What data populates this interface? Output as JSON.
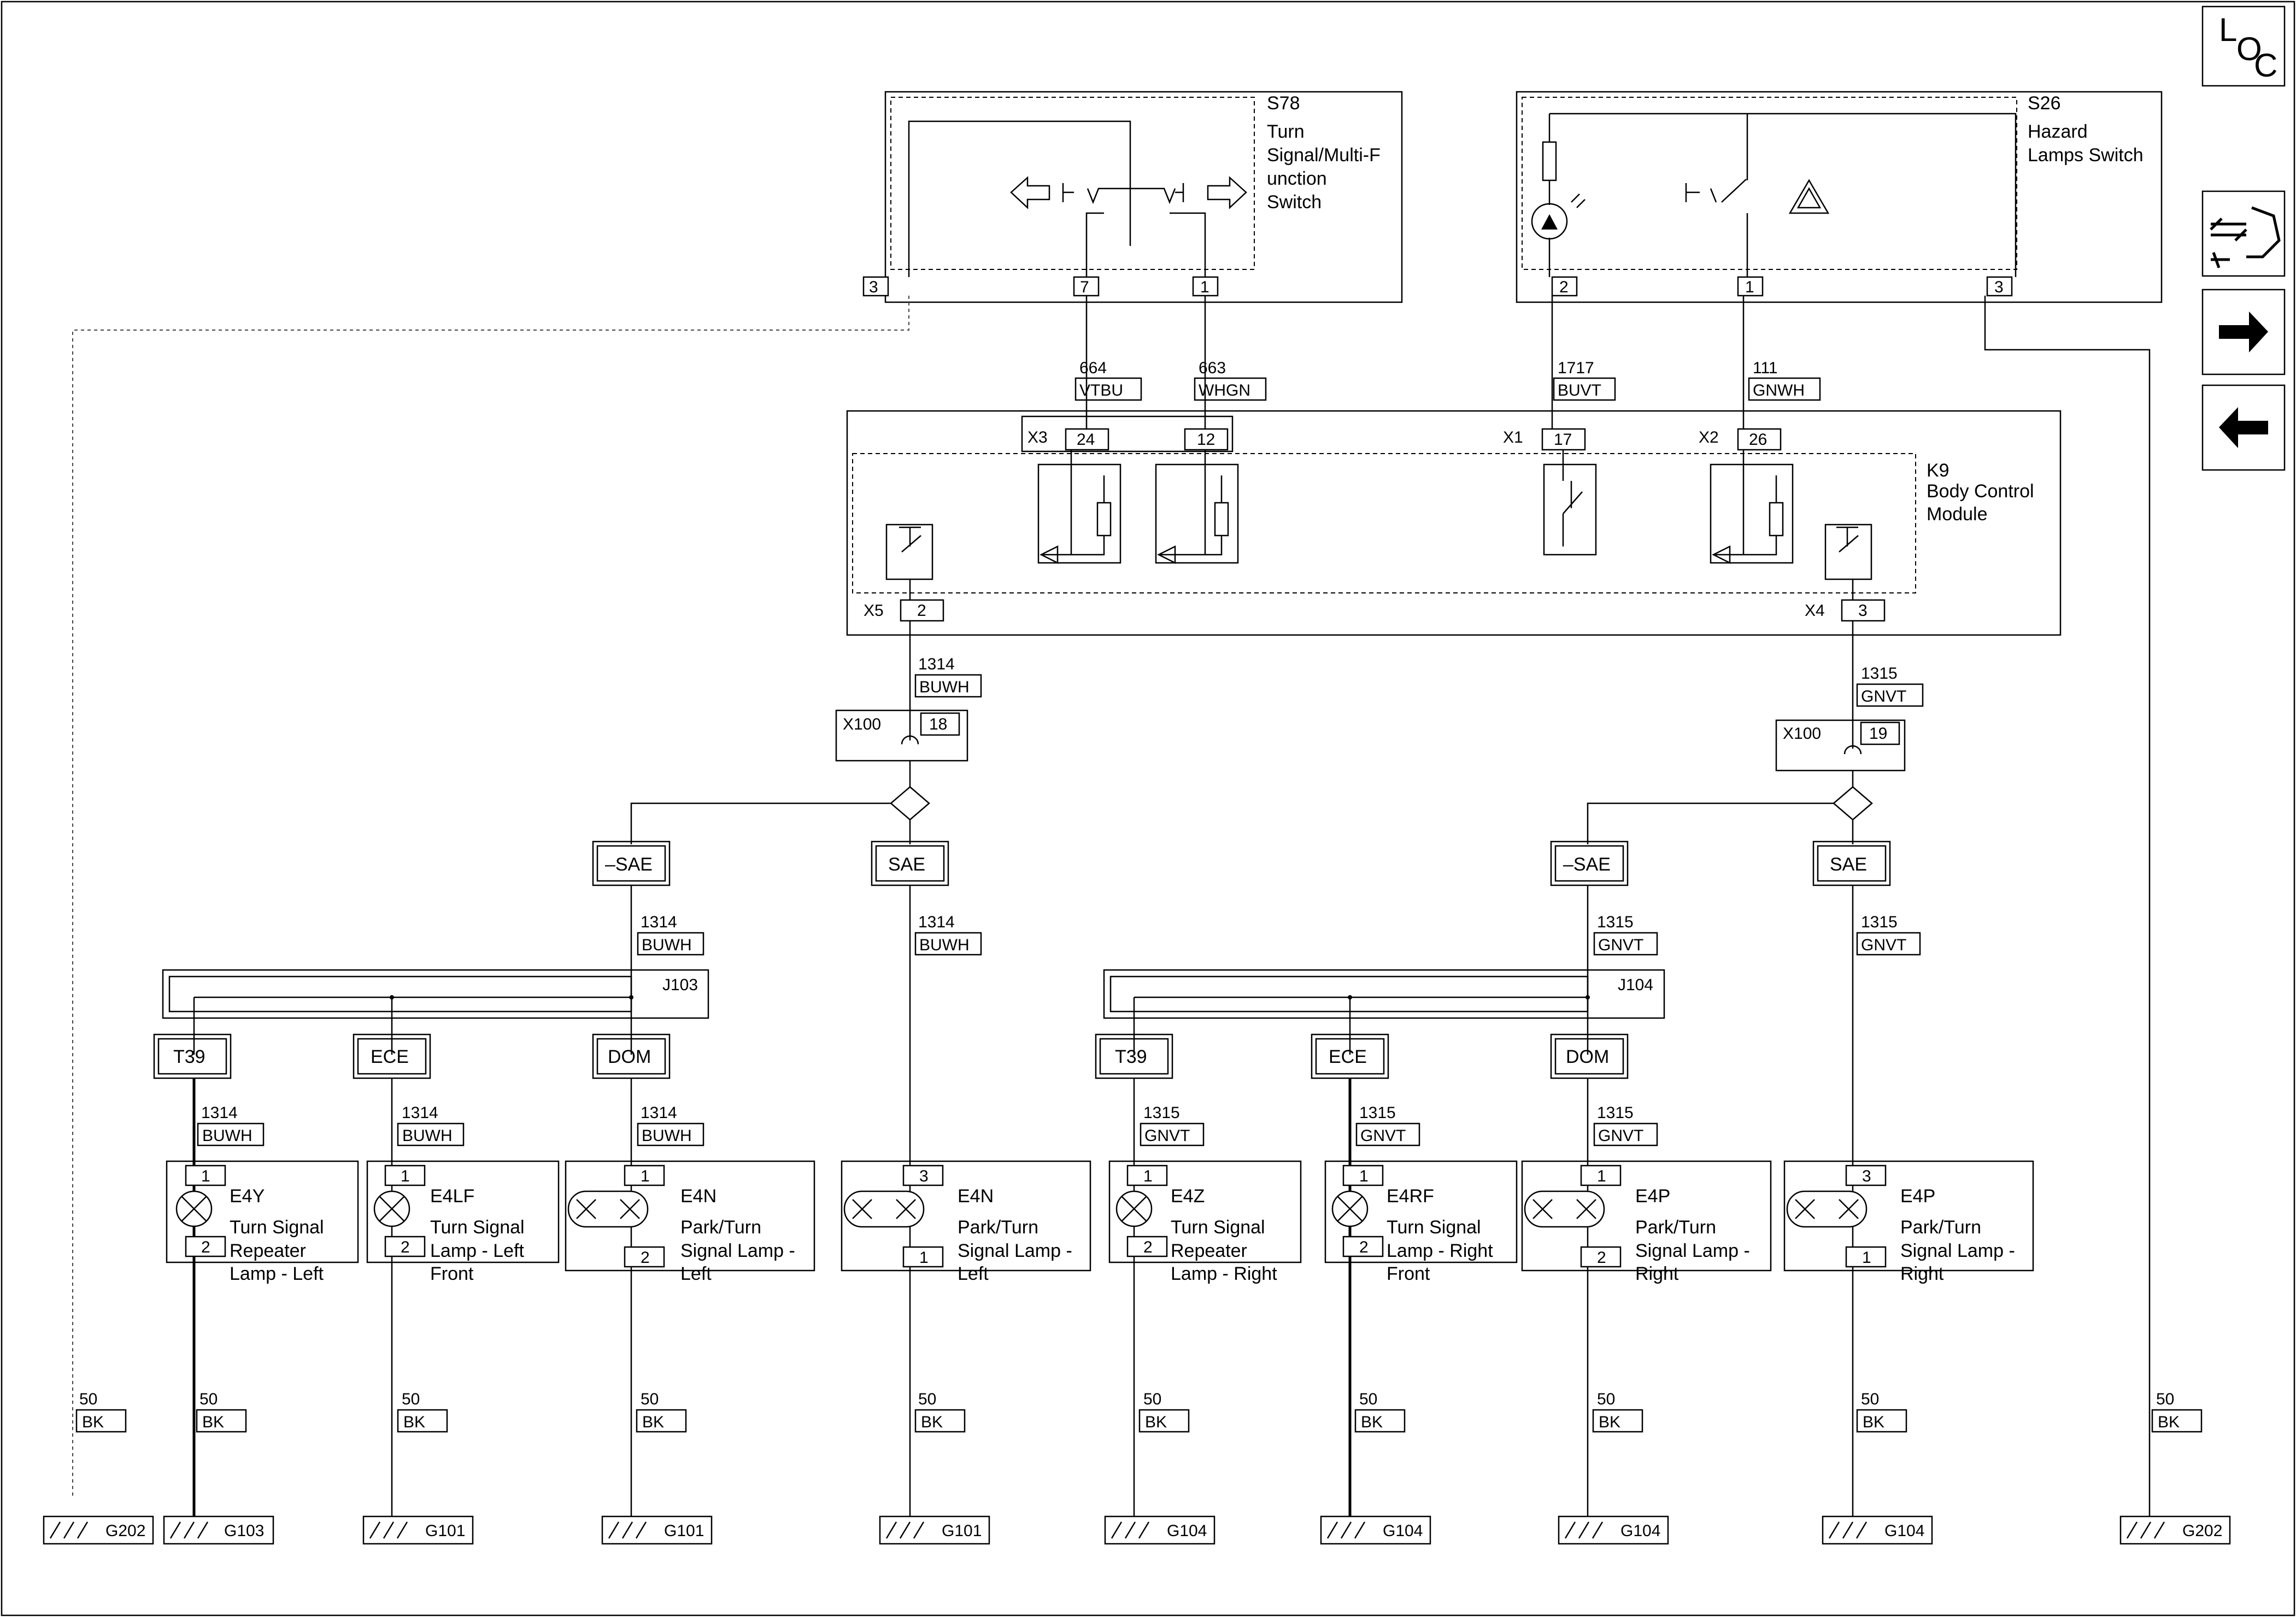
{
  "nav": {
    "loc_l": "L",
    "loc_o": "O",
    "loc_c": "C"
  },
  "components": {
    "s78": {
      "id": "S78",
      "name_l1": "Turn",
      "name_l2": "Signal/Multi-F",
      "name_l3": "unction",
      "name_l4": "Switch",
      "pins": [
        "3",
        "7",
        "1"
      ]
    },
    "s26": {
      "id": "S26",
      "name_l1": "Hazard",
      "name_l2": "Lamps Switch",
      "pins": [
        "2",
        "1",
        "3"
      ]
    },
    "k9": {
      "id": "K9",
      "name_l1": "Body Control",
      "name_l2": "Module",
      "x3": "X3",
      "x3_p1": "24",
      "x3_p2": "12",
      "x1": "X1",
      "x1_p": "17",
      "x2": "X2",
      "x2_p": "26",
      "x5": "X5",
      "x5_p": "2",
      "x4": "X4",
      "x4_p": "3"
    },
    "x100_left": {
      "id": "X100",
      "pin": "18"
    },
    "x100_right": {
      "id": "X100",
      "pin": "19"
    },
    "j103": "J103",
    "j104": "J104"
  },
  "wires": {
    "w664": {
      "num": "664",
      "color": "VTBU"
    },
    "w663": {
      "num": "663",
      "color": "WHGN"
    },
    "w1717": {
      "num": "1717",
      "color": "BUVT"
    },
    "w111": {
      "num": "111",
      "color": "GNWH"
    },
    "w1314": {
      "num": "1314",
      "color": "BUWH"
    },
    "w1315": {
      "num": "1315",
      "color": "GNVT"
    },
    "gnd": {
      "num": "50",
      "color": "BK"
    }
  },
  "options": {
    "nsae": "–SAE",
    "sae": "SAE",
    "t39": "T39",
    "ece": "ECE",
    "dom": "DOM"
  },
  "lamps": [
    {
      "id": "E4Y",
      "l1": "Turn Signal",
      "l2": "Repeater",
      "l3": "Lamp - Left",
      "p1": "1",
      "p2": "2"
    },
    {
      "id": "E4LF",
      "l1": "Turn Signal",
      "l2": "Lamp - Left",
      "l3": "Front",
      "p1": "1",
      "p2": "2"
    },
    {
      "id": "E4N",
      "l1": "Park/Turn",
      "l2": "Signal Lamp -",
      "l3": "Left",
      "p1": "1",
      "p2": "2"
    },
    {
      "id": "E4N",
      "l1": "Park/Turn",
      "l2": "Signal Lamp -",
      "l3": "Left",
      "p1": "3",
      "p2": "1"
    },
    {
      "id": "E4Z",
      "l1": "Turn Signal",
      "l2": "Repeater",
      "l3": "Lamp - Right",
      "p1": "1",
      "p2": "2"
    },
    {
      "id": "E4RF",
      "l1": "Turn Signal",
      "l2": "Lamp - Right",
      "l3": "Front",
      "p1": "1",
      "p2": "2"
    },
    {
      "id": "E4P",
      "l1": "Park/Turn",
      "l2": "Signal Lamp -",
      "l3": "Right",
      "p1": "1",
      "p2": "2"
    },
    {
      "id": "E4P",
      "l1": "Park/Turn",
      "l2": "Signal Lamp -",
      "l3": "Right",
      "p1": "3",
      "p2": "1"
    }
  ],
  "grounds": [
    "G202",
    "G103",
    "G101",
    "G101",
    "G101",
    "G104",
    "G104",
    "G104",
    "G104",
    "G202"
  ]
}
